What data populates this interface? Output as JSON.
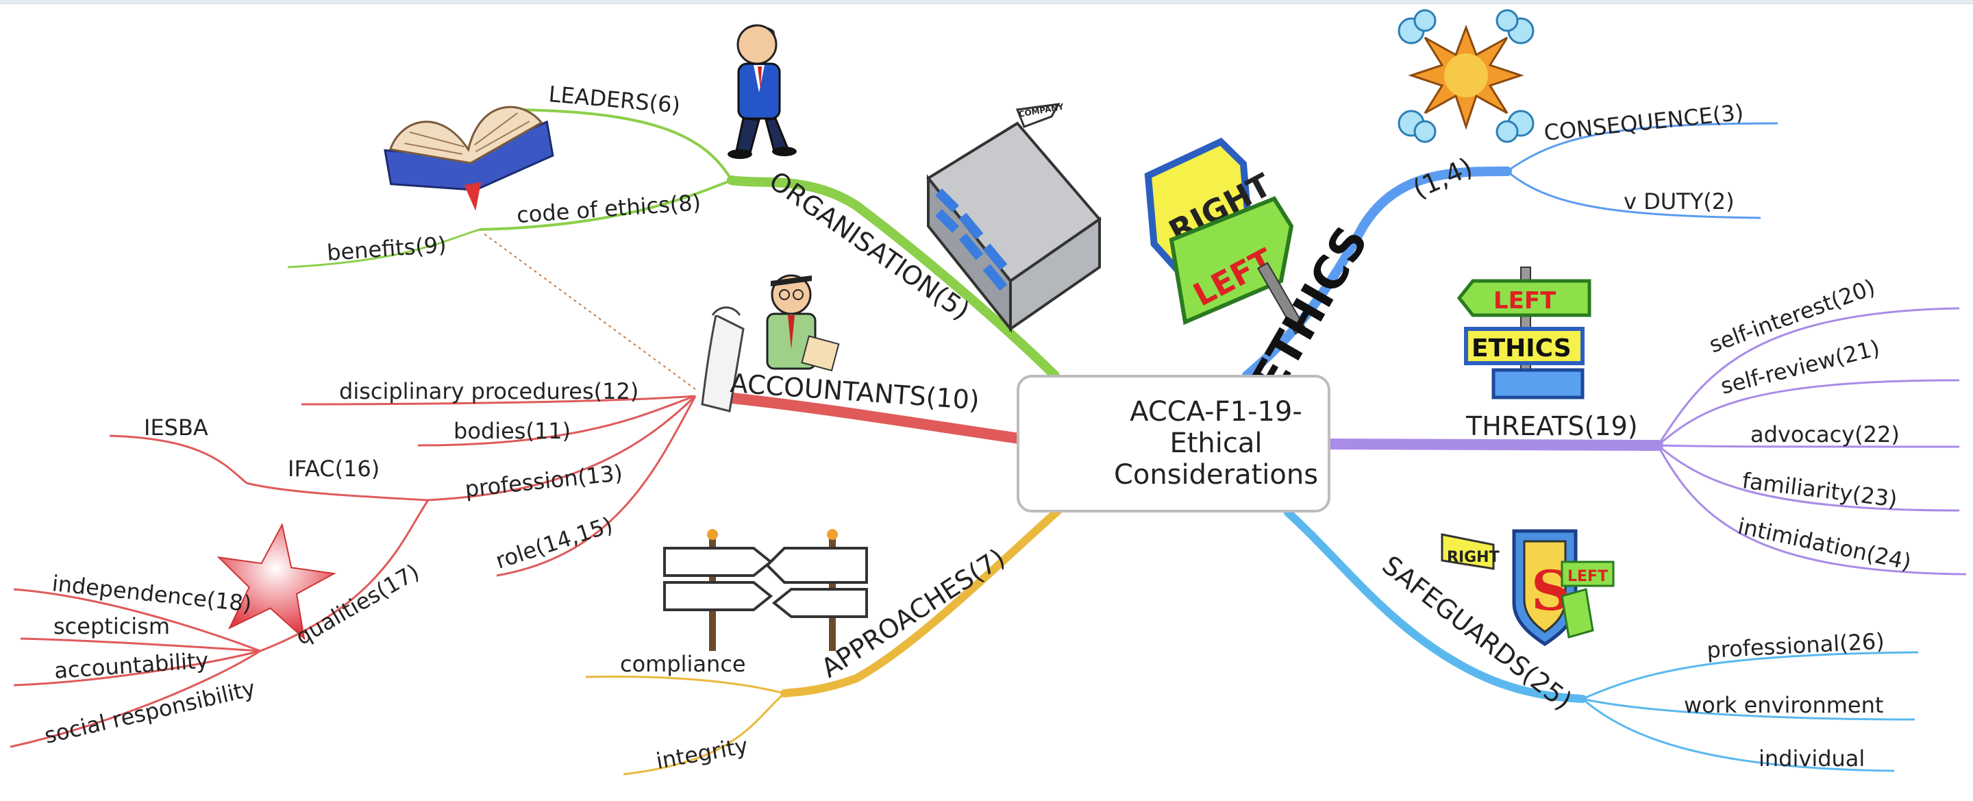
{
  "center": {
    "title": "ACCA-F1-19-Ethical Considerations"
  },
  "colors": {
    "organisation": "#8ccf4a",
    "accountants": "#e05a5a",
    "approaches": "#eab83c",
    "ethics": "#5b9cf0",
    "threats": "#a98be8",
    "safeguards": "#5ab8ee"
  },
  "branches": {
    "organisation": {
      "label": "ORGANISATION(5)",
      "children": {
        "leaders": "LEADERS(6)",
        "code": "code of ethics(8)",
        "benefits": "benefits(9)"
      }
    },
    "accountants": {
      "label": "ACCOUNTANTS(10)",
      "children": {
        "disciplinary": "disciplinary procedures(12)",
        "bodies": "bodies(11)",
        "profession": "profession(13)",
        "role": "role(14,15)",
        "ifac": "IFAC(16)",
        "iesba": "IESBA",
        "qualities": "qualities(17)",
        "independence": "independence(18)",
        "scepticism": "scepticism",
        "accountability": "accountability",
        "social": "social responsibility"
      }
    },
    "approaches": {
      "label": "APPROACHES(7)",
      "children": {
        "compliance": "compliance",
        "integrity": "integrity"
      }
    },
    "ethics": {
      "label": "(1,4)",
      "children": {
        "consequence": "CONSEQUENCE(3)",
        "duty": "v DUTY(2)"
      }
    },
    "threats": {
      "label": "THREATS(19)",
      "children": {
        "self_interest": "self-interest(20)",
        "self_review": "self-review(21)",
        "advocacy": "advocacy(22)",
        "familiarity": "familiarity(23)",
        "intimidation": "intimidation(24)"
      }
    },
    "safeguards": {
      "label": "SAFEGUARDS(25)",
      "children": {
        "professional": "professional(26)",
        "work": "work environment",
        "individual": "individual"
      }
    }
  },
  "images": {
    "ethics_sign_word": "ETHICS",
    "sign_right": "RIGHT",
    "sign_left": "LEFT",
    "company_sign": "COMPANY",
    "threats_sign_word": "ETHICS"
  },
  "icons": [
    "book-icon",
    "businessman-icon",
    "company-building-icon",
    "accountant-icon",
    "signposts-icon",
    "star-icon",
    "explosion-icon",
    "right-left-sign-icon",
    "shield-icon"
  ]
}
